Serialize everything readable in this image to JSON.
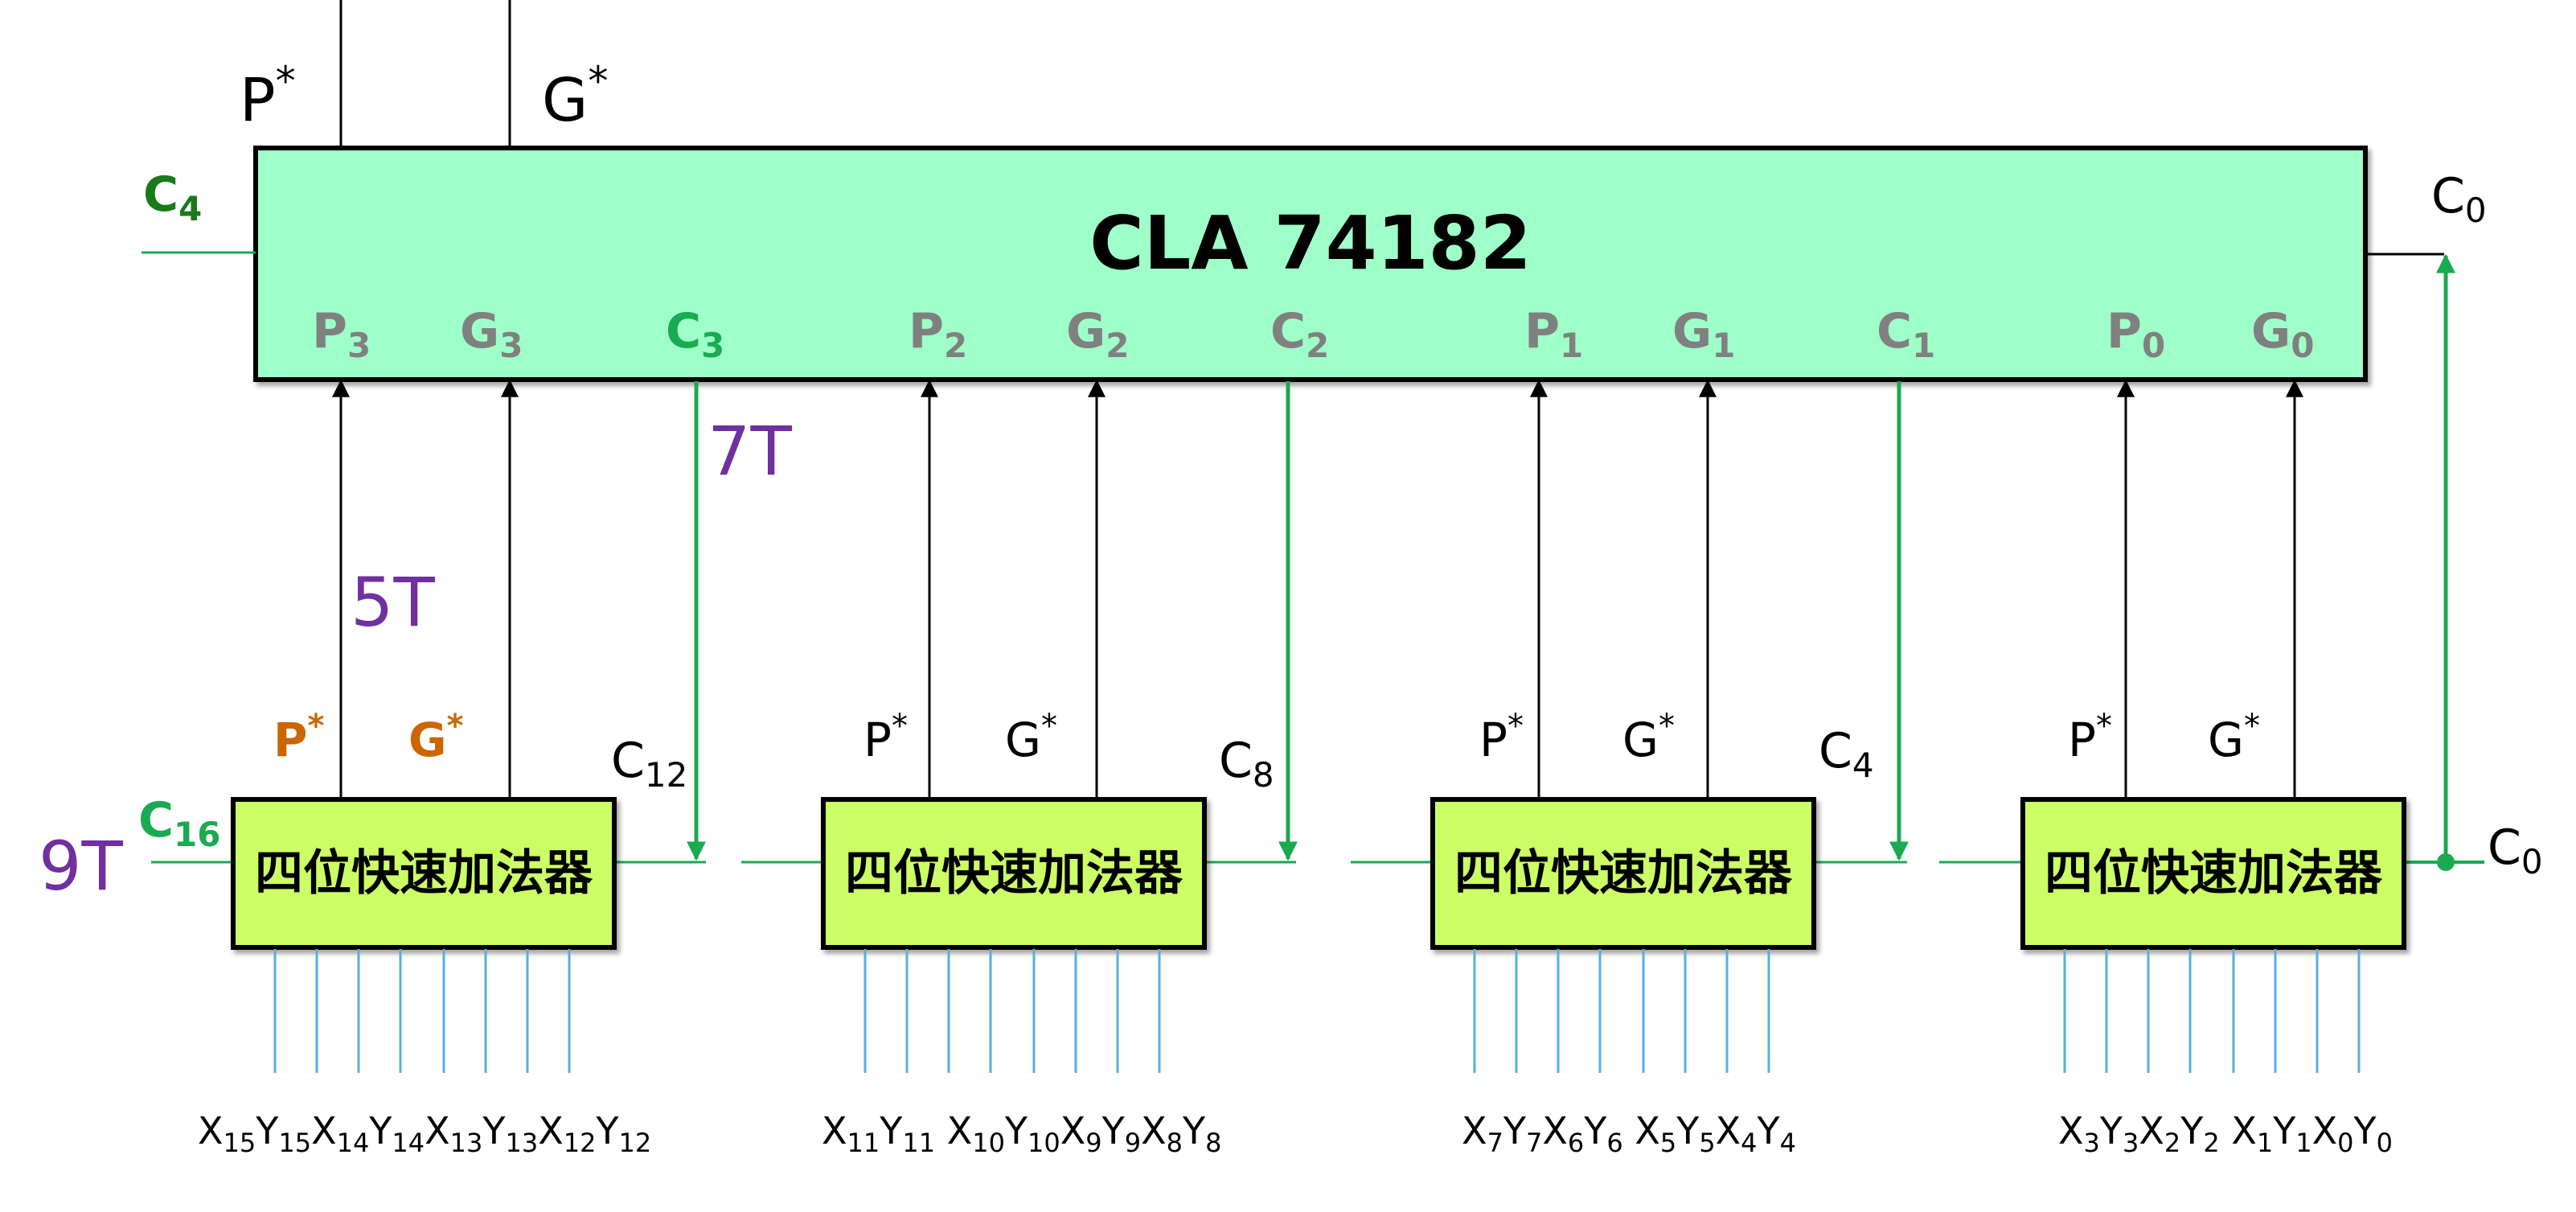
{
  "colors": {
    "cla_fill": "#9effc9",
    "adder_fill": "#ccff66",
    "green_signal": "#1aaa52",
    "dark_green_text": "#1a7a1a",
    "gray_text": "#808080",
    "timing_purple": "#7030a0",
    "star_orange": "#cc6600",
    "input_blue": "#5aaee0",
    "black": "#000000"
  },
  "cla": {
    "title": "CLA 74182",
    "p_out": {
      "base": "P",
      "sup": "*"
    },
    "g_out": {
      "base": "G",
      "sup": "*"
    },
    "c_in_label": {
      "base": "C",
      "sub": "0"
    },
    "c_out_label": {
      "base": "C",
      "sub": "4"
    },
    "groups": [
      {
        "p": "P",
        "p_sub": "3",
        "g": "G",
        "g_sub": "3",
        "c": "C",
        "c_sub": "3",
        "c_green": true
      },
      {
        "p": "P",
        "p_sub": "2",
        "g": "G",
        "g_sub": "2",
        "c": "C",
        "c_sub": "2",
        "c_green": false
      },
      {
        "p": "P",
        "p_sub": "1",
        "g": "G",
        "g_sub": "1",
        "c": "C",
        "c_sub": "1",
        "c_green": false
      },
      {
        "p": "P",
        "p_sub": "0",
        "g": "G",
        "g_sub": "0"
      }
    ]
  },
  "adders": [
    {
      "label": "四位快速加法器",
      "p_star": {
        "base": "P",
        "sup": "*"
      },
      "g_star": {
        "base": "G",
        "sup": "*"
      },
      "carry_in": {
        "base": "C",
        "sub": "12"
      },
      "carry_out": {
        "base": "C",
        "sub": "16"
      },
      "inputs": [
        [
          "X",
          "15"
        ],
        [
          "Y",
          "15"
        ],
        [
          "X",
          "14"
        ],
        [
          "Y",
          "14"
        ],
        [
          "X",
          "13"
        ],
        [
          "Y",
          "13"
        ],
        [
          "X",
          "12"
        ],
        [
          "Y",
          "12"
        ]
      ]
    },
    {
      "label": "四位快速加法器",
      "p_star": {
        "base": "P",
        "sup": "*"
      },
      "g_star": {
        "base": "G",
        "sup": "*"
      },
      "carry_in": {
        "base": "C",
        "sub": "8"
      },
      "inputs": [
        [
          "X",
          "11"
        ],
        [
          "Y",
          "11"
        ],
        [
          "X",
          "10"
        ],
        [
          "Y",
          "10"
        ],
        [
          "X",
          "9"
        ],
        [
          "Y",
          "9"
        ],
        [
          "X",
          "8"
        ],
        [
          "Y",
          "8"
        ]
      ]
    },
    {
      "label": "四位快速加法器",
      "p_star": {
        "base": "P",
        "sup": "*"
      },
      "g_star": {
        "base": "G",
        "sup": "*"
      },
      "carry_in": {
        "base": "C",
        "sub": "4"
      },
      "inputs": [
        [
          "X",
          "7"
        ],
        [
          "Y",
          "7"
        ],
        [
          "X",
          "6"
        ],
        [
          "Y",
          "6"
        ],
        [
          "X",
          "5"
        ],
        [
          "Y",
          "5"
        ],
        [
          "X",
          "4"
        ],
        [
          "Y",
          "4"
        ]
      ]
    },
    {
      "label": "四位快速加法器",
      "p_star": {
        "base": "P",
        "sup": "*"
      },
      "g_star": {
        "base": "G",
        "sup": "*"
      },
      "carry_in": {
        "base": "C",
        "sub": "0"
      },
      "inputs": [
        [
          "X",
          "3"
        ],
        [
          "Y",
          "3"
        ],
        [
          "X",
          "2"
        ],
        [
          "Y",
          "2"
        ],
        [
          "X",
          "1"
        ],
        [
          "Y",
          "1"
        ],
        [
          "X",
          "0"
        ],
        [
          "Y",
          "0"
        ]
      ]
    }
  ],
  "timing": {
    "t7": "7T",
    "t5": "5T",
    "t9": "9T"
  }
}
